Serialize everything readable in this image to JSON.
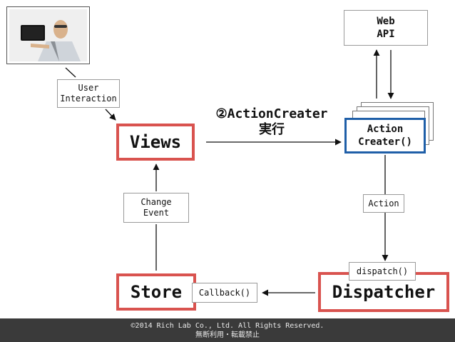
{
  "nodes": {
    "user_interaction": "User\nInteraction",
    "views": "Views",
    "action_creater": "Action\nCreater()",
    "web_api": "Web\nAPI",
    "store": "Store",
    "dispatcher": "Dispatcher",
    "change_event": "Change\nEvent",
    "action": "Action",
    "dispatch": "dispatch()",
    "callback": "Callback()"
  },
  "annotation": "②ActionCreater\n実行",
  "footer": {
    "line1": "©2014 Rich Lab Co., Ltd. All Rights Reserved.",
    "line2": "無断利用・転載禁止"
  },
  "colors": {
    "red_border": "#d9534f",
    "blue_border": "#1f5fa8",
    "footer_bg": "#3a3a3a"
  }
}
